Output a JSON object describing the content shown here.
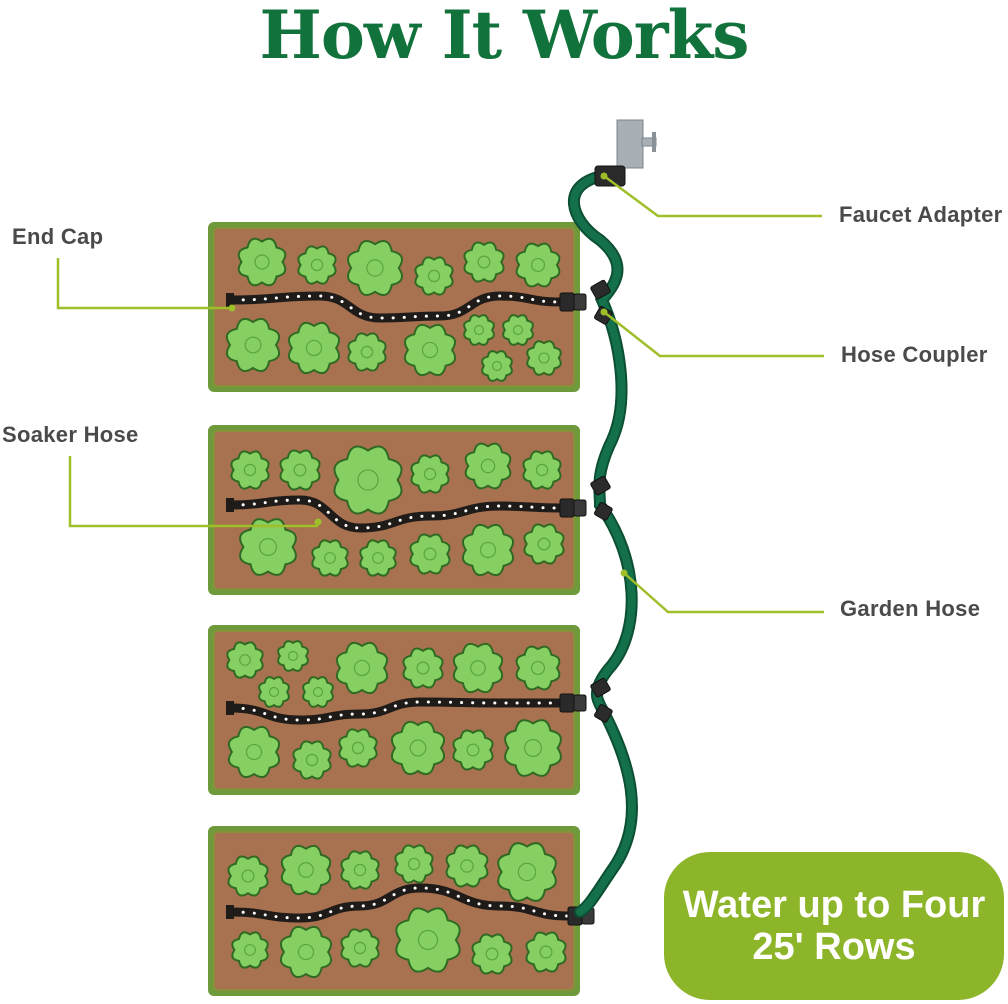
{
  "title": "How It Works",
  "labels": {
    "end_cap": "End Cap",
    "soaker_hose": "Soaker Hose",
    "faucet_adapter": "Faucet Adapter",
    "hose_coupler": "Hose Coupler",
    "garden_hose": "Garden Hose"
  },
  "badge": {
    "line1": "Water up to Four",
    "line2": "25' Rows"
  },
  "colors": {
    "title": "#12723c",
    "garden_hose": "#14704a",
    "soaker_hose": "#1e1b19",
    "soil": "#a8714f",
    "grass_border": "#6f9a3c",
    "plant_fill": "#86cf62",
    "plant_outline": "#2f6a22",
    "leader_line": "#9ebe2a",
    "badge": "#8db52a"
  },
  "rows": [
    "row-1",
    "row-2",
    "row-3",
    "row-4"
  ]
}
